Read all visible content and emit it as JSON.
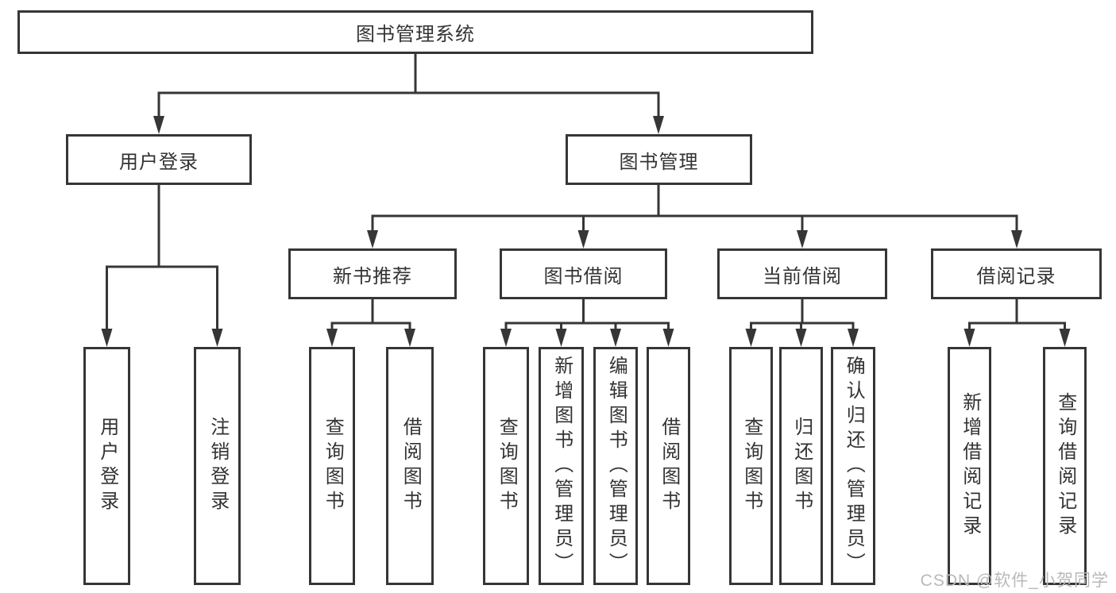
{
  "diagram": {
    "root": {
      "label": "图书管理系统"
    },
    "level2": [
      {
        "id": "user-login",
        "label": "用户登录"
      },
      {
        "id": "book-management",
        "label": "图书管理"
      }
    ],
    "level3": [
      {
        "id": "new-book-recommend",
        "label": "新书推荐"
      },
      {
        "id": "book-borrow",
        "label": "图书借阅"
      },
      {
        "id": "current-borrow",
        "label": "当前借阅"
      },
      {
        "id": "borrow-records",
        "label": "借阅记录"
      }
    ],
    "leaves": [
      {
        "parent": "user-login",
        "label": "用户登录"
      },
      {
        "parent": "user-login",
        "label": "注销登录"
      },
      {
        "parent": "new-book-recommend",
        "label": "查询图书"
      },
      {
        "parent": "new-book-recommend",
        "label": "借阅图书"
      },
      {
        "parent": "book-borrow",
        "label": "查询图书"
      },
      {
        "parent": "book-borrow",
        "label": "新增图书（管理员）"
      },
      {
        "parent": "book-borrow",
        "label": "编辑图书（管理员）"
      },
      {
        "parent": "book-borrow",
        "label": "借阅图书"
      },
      {
        "parent": "current-borrow",
        "label": "查询图书"
      },
      {
        "parent": "current-borrow",
        "label": "归还图书"
      },
      {
        "parent": "current-borrow",
        "label": "确认归还（管理员）"
      },
      {
        "parent": "borrow-records",
        "label": "新增借阅记录"
      },
      {
        "parent": "borrow-records",
        "label": "查询借阅记录"
      }
    ]
  },
  "watermark": {
    "text": "CSDN @软件_小贺同学"
  },
  "colors": {
    "line": "#363636",
    "text": "#333333",
    "watermark": "#b9b9b9",
    "background": "#ffffff"
  }
}
